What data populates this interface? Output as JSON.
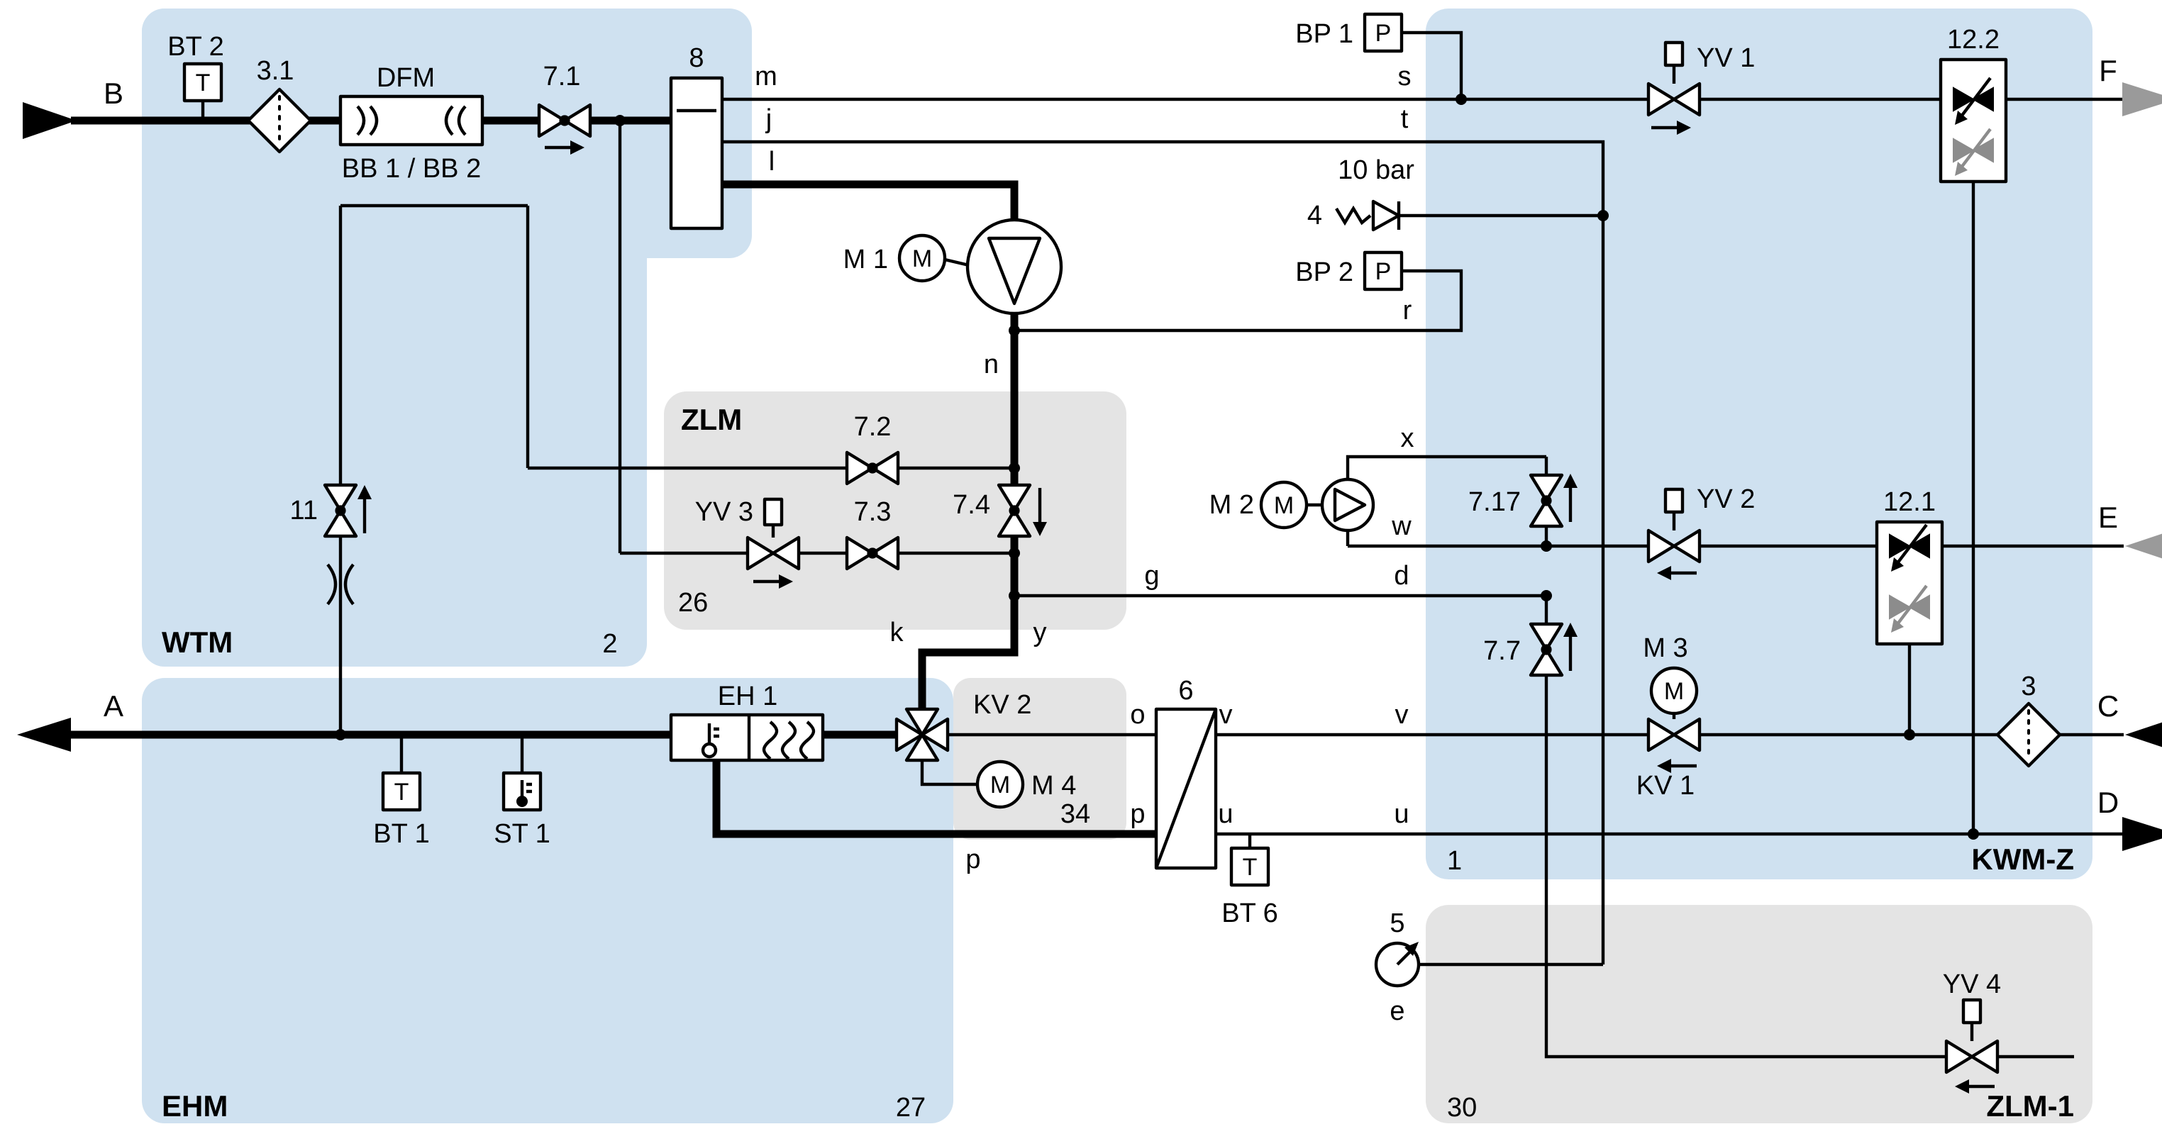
{
  "colors": {
    "region_blue": "#cfe1f0",
    "region_gray": "#e4e4e4",
    "line_black": "#000000",
    "flow_gray": "#9a9a9a",
    "glyph_gray": "#8c8c8c"
  },
  "regions": {
    "wtm": {
      "name": "WTM",
      "id": "2"
    },
    "zlm": {
      "name": "ZLM",
      "id": "26"
    },
    "ehm": {
      "name": "EHM",
      "id": "27"
    },
    "kv2": {
      "name": "KV 2",
      "id": "34"
    },
    "kwm_z": {
      "name": "KWM-Z",
      "id": "1"
    },
    "zlm_1": {
      "name": "ZLM-1",
      "id": "30"
    }
  },
  "ports": {
    "a": "A",
    "b": "B",
    "c": "C",
    "d": "D",
    "e": "E",
    "f": "F"
  },
  "lines": {
    "m": "m",
    "j": "j",
    "l": "l",
    "n": "n",
    "s": "s",
    "t": "t",
    "r": "r",
    "x": "x",
    "w": "w",
    "g": "g",
    "d": "d",
    "k": "k",
    "y": "y",
    "o": "o",
    "v": "v",
    "u": "u",
    "p": "p",
    "e": "e"
  },
  "labels": {
    "bt2": "BT 2",
    "filter31": "3.1",
    "dfm": "DFM",
    "bb12": "BB 1 / BB 2",
    "v71": "7.1",
    "vessel8": "8",
    "m1": "M 1",
    "v72": "7.2",
    "yv3": "YV 3",
    "v73": "7.3",
    "v74": "7.4",
    "v11": "11",
    "eh1": "EH 1",
    "bt1": "BT 1",
    "st1": "ST 1",
    "hx6": "6",
    "bt6": "BT 6",
    "m4": "M 4",
    "bp1": "BP 1",
    "bp2": "BP 2",
    "relief4": "4",
    "relief_setting": "10 bar",
    "m2": "M 2",
    "v717": "7.17",
    "v77": "7.7",
    "yv1": "YV 1",
    "yv2": "YV 2",
    "b122": "12.2",
    "b121": "12.1",
    "m3": "M 3",
    "kv1": "KV 1",
    "filter3": "3",
    "gauge5": "5",
    "yv4": "YV 4"
  },
  "glyphs": {
    "temperature_sensor": "T",
    "pressure_sensor": "P",
    "motor": "M"
  }
}
